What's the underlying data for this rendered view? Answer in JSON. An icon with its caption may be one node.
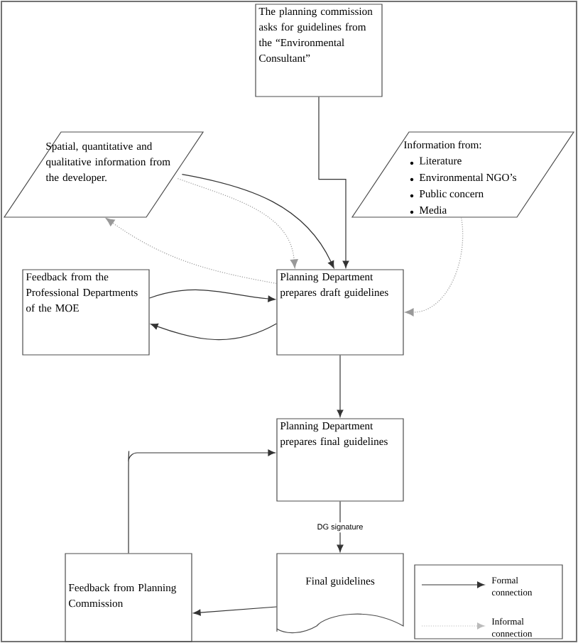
{
  "diagram": {
    "nodes": [
      {
        "text": [
          "The planning commission asks for guidelines from the “Environmental Consultant”"
        ]
      },
      {
        "text": [
          "Spatial, quantitative and qualitative information from the developer."
        ]
      },
      {
        "text": [
          "Information from:",
          "Literature",
          "Environmental NGO’s",
          "Public concern",
          "Media"
        ]
      },
      {
        "text": [
          "Feedback from the Professional Departments of the MOE"
        ]
      },
      {
        "text": [
          "Planning Department prepares draft guidelines"
        ]
      },
      {
        "text": [
          "Planning Department prepares final guidelines"
        ]
      },
      {
        "text": [
          "Feedback from Planning Commission"
        ]
      },
      {
        "text": [
          "Final guidelines"
        ]
      }
    ],
    "edges": [
      {
        "from": 0,
        "to": 4,
        "arrow": "to"
      },
      {
        "from": 1,
        "to": 4,
        "arrow": "to"
      },
      {
        "from": 1,
        "to": 4,
        "arrow": "to",
        "style": "dashed",
        "color": "#999999"
      },
      {
        "from": 4,
        "to": 1,
        "arrow": "to",
        "style": "dashed",
        "color": "#999999"
      },
      {
        "from": 2,
        "to": 4,
        "arrow": "to",
        "style": "dashed",
        "color": "#999999"
      },
      {
        "from": 3,
        "to": 4,
        "arrow": "to"
      },
      {
        "from": 4,
        "to": 3,
        "arrow": "to"
      },
      {
        "from": 4,
        "to": 5,
        "arrow": "to"
      },
      {
        "from": 5,
        "to": 7,
        "arrow": "to",
        "label": "DG signature"
      },
      {
        "from": 7,
        "to": 6,
        "arrow": "to"
      },
      {
        "from": 6,
        "to": 5,
        "arrow": "to"
      }
    ],
    "legend": [
      {
        "text": "Formal connection"
      },
      {
        "text": "Informal connection"
      }
    ]
  }
}
